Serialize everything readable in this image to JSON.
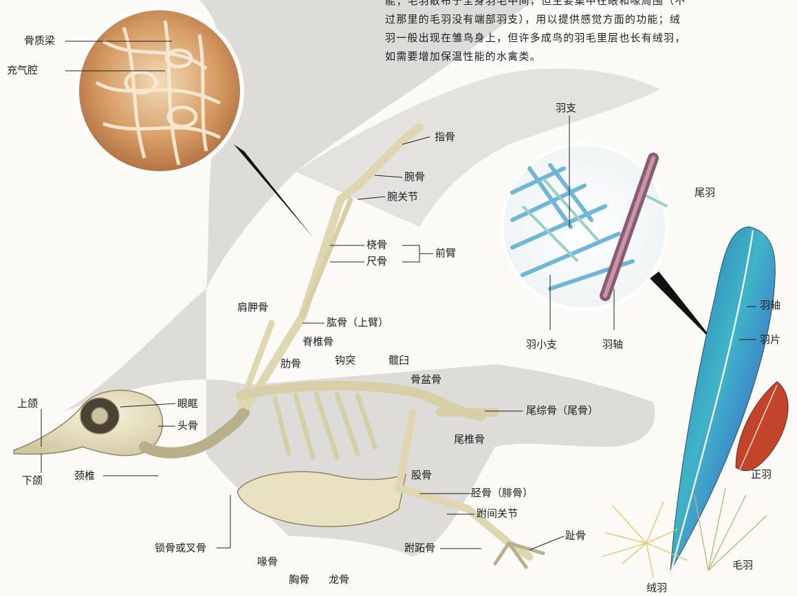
{
  "paragraph": [
    "能；毛羽散布于全身羽毛中间，但主要集中在眼和喙周围（不",
    "过那里的毛羽没有端部羽支），用以提供感觉方面的功能；绒",
    "羽一般出现在雏鸟身上，但许多成鸟的羽毛里层也长有绒羽，",
    "如需要增加保温性能的水禽类。"
  ],
  "inset_bone": {
    "trabecula": "骨质梁",
    "air_cavity": "充气腔"
  },
  "inset_feather": {
    "barb": "羽支",
    "barbule": "羽小支",
    "shaft": "羽轴"
  },
  "skeleton": {
    "digits": "指骨",
    "carpal": "腕骨",
    "wrist_joint": "腕关节",
    "radius": "桡骨",
    "ulna": "尺骨",
    "forearm": "前臂",
    "scapula": "肩胛骨",
    "humerus": "肱骨（上臂）",
    "vertebrae": "脊椎骨",
    "rib": "肋骨",
    "uncinate": "钩突",
    "acetabulum": "髋臼",
    "pelvis": "骨盆骨",
    "pygostyle": "尾综骨（尾骨）",
    "caudal": "尾椎骨",
    "upper_jaw": "上颌",
    "orbit": "眼眶",
    "skull": "头骨",
    "lower_jaw": "下颌",
    "cervical": "颈椎",
    "femur": "股骨",
    "tibia": "胫骨（腓骨）",
    "intertarsal": "跗间关节",
    "toes": "趾骨",
    "tarsometatarsus": "跗跖骨",
    "clavicle": "锁骨或叉骨",
    "coracoid": "喙骨",
    "sternum": "胸骨",
    "keel": "龙骨"
  },
  "feathers": {
    "tail_feather": "尾羽",
    "shaft": "羽轴",
    "vane": "羽片",
    "contour": "正羽",
    "filoplume": "毛羽",
    "down": "绒羽"
  },
  "colors": {
    "silhouette": "#dedcd8",
    "bone": "#e8e2c2",
    "feather_blue": "#3d8fd0",
    "feather_teal": "#3bb3a8",
    "bone_inset": "#c98a55"
  }
}
